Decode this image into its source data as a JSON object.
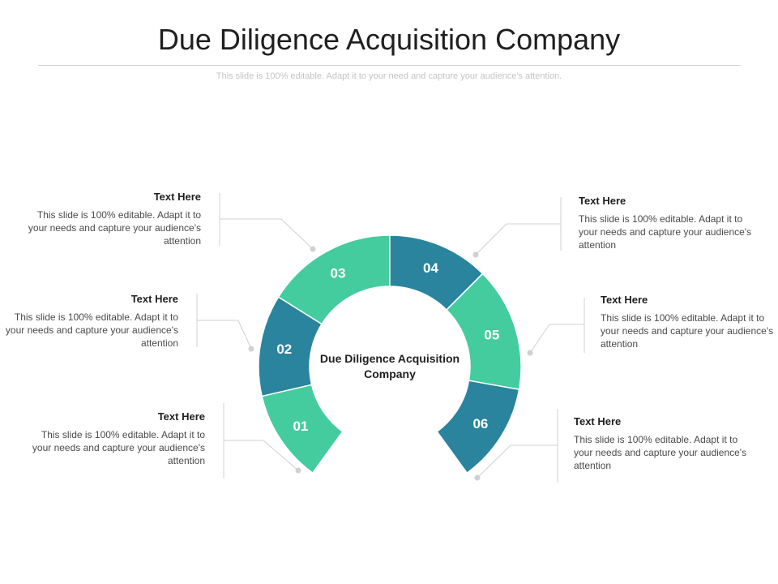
{
  "title": "Due Diligence Acquisition Company",
  "subtitle": "This slide is 100% editable. Adapt it to your need and capture your audience's attention.",
  "center_label": "Due Diligence Acquisition Company",
  "colors": {
    "green": "#44cc9f",
    "teal": "#2a849d",
    "connector": "#d0d0d0"
  },
  "segments": [
    {
      "number": "01",
      "color": "green"
    },
    {
      "number": "02",
      "color": "teal"
    },
    {
      "number": "03",
      "color": "green"
    },
    {
      "number": "04",
      "color": "teal"
    },
    {
      "number": "05",
      "color": "green"
    },
    {
      "number": "06",
      "color": "teal"
    }
  ],
  "items": [
    {
      "heading": "Text Here",
      "body": "This slide is 100% editable. Adapt it to your needs and capture your audience's attention"
    },
    {
      "heading": "Text Here",
      "body": "This slide is 100% editable. Adapt it to your needs and capture your audience's attention"
    },
    {
      "heading": "Text Here",
      "body": "This slide is 100% editable. Adapt it to your needs and capture your audience's attention"
    },
    {
      "heading": "Text Here",
      "body": "This slide is 100% editable. Adapt it to your needs and capture your audience's attention"
    },
    {
      "heading": "Text Here",
      "body": "This slide is 100% editable. Adapt it to your needs and capture your audience's attention"
    },
    {
      "heading": "Text Here",
      "body": "This slide is 100% editable. Adapt it to your needs and capture your audience's attention"
    }
  ]
}
